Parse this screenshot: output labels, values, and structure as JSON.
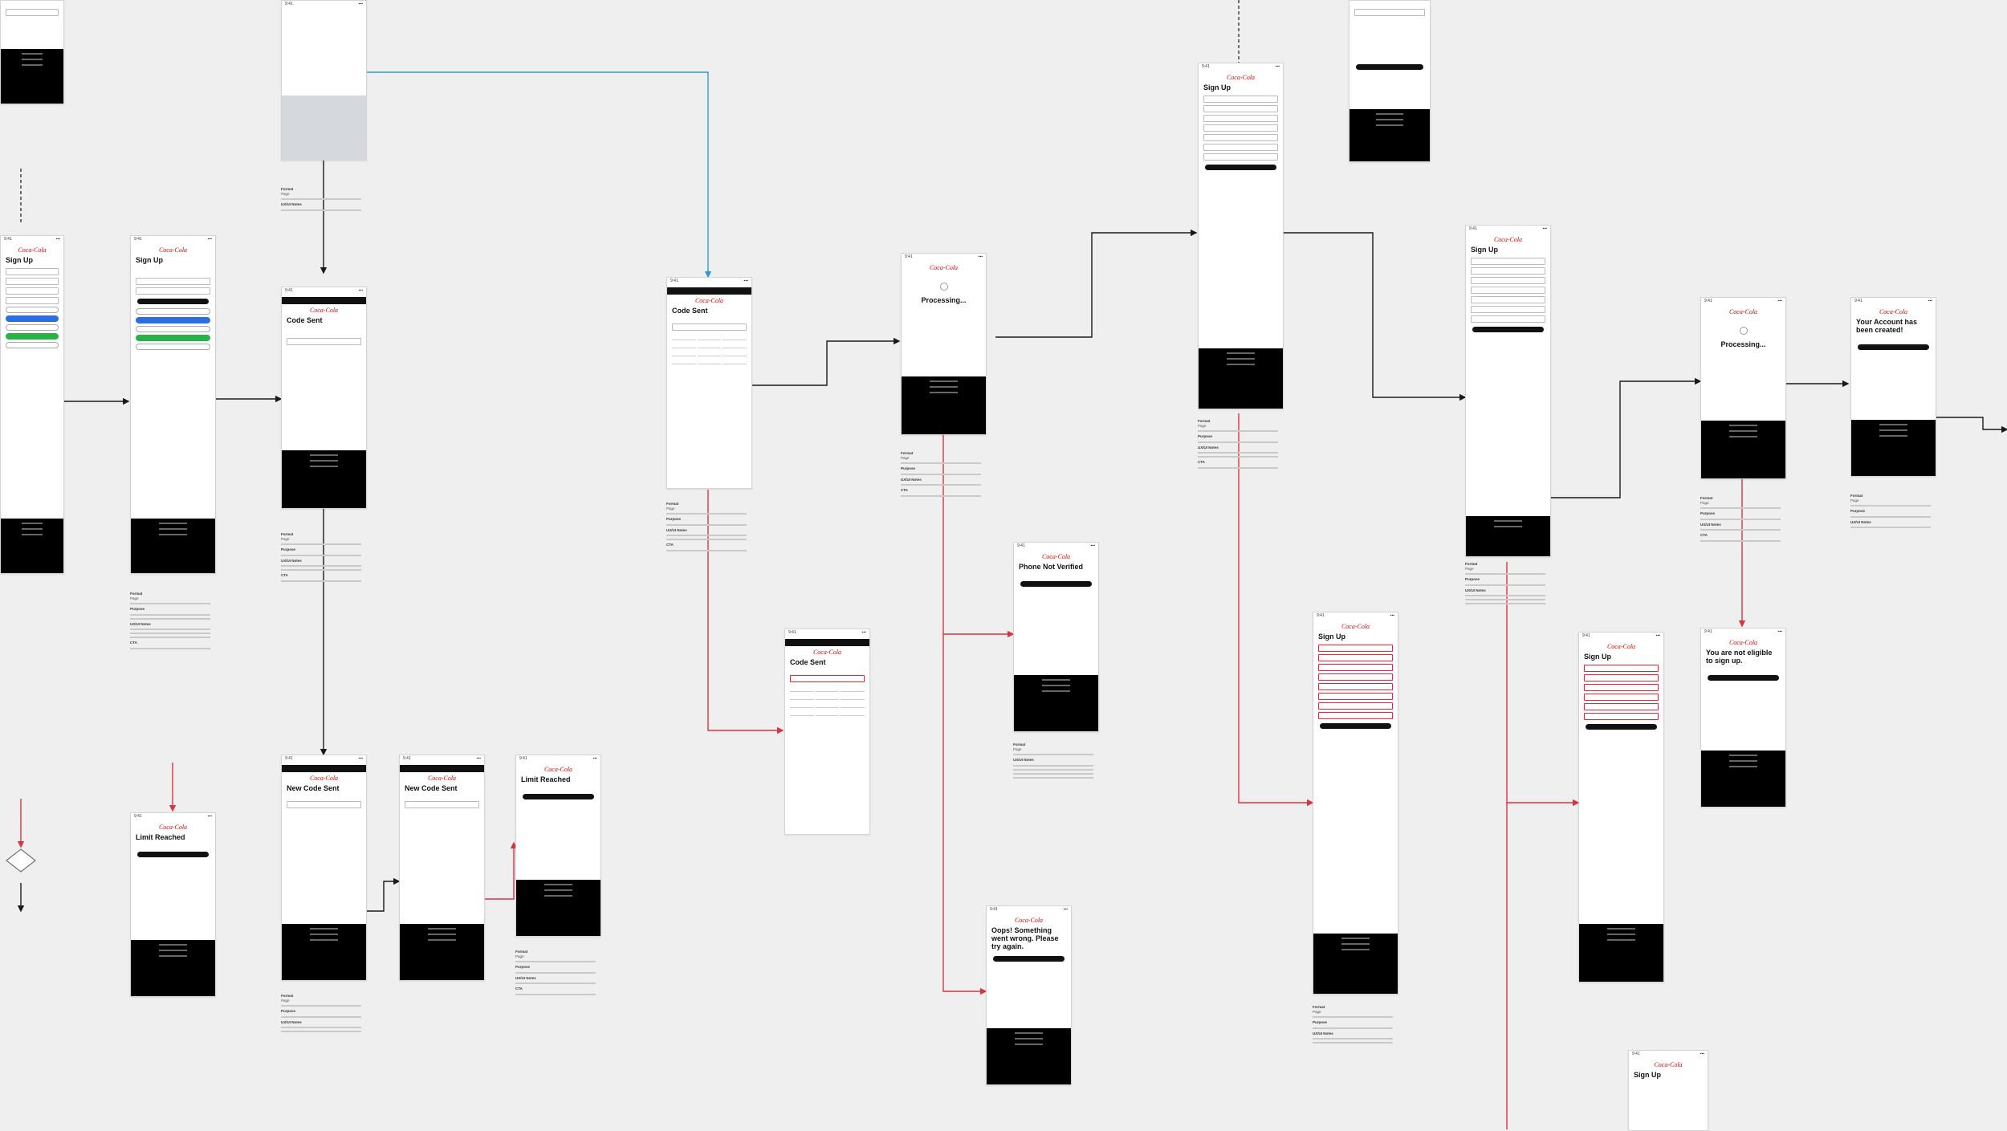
{
  "colors": {
    "flow": "#1a1a1a",
    "alt_flow": "#d9343f",
    "link": "#2d9bd4",
    "background": "#efefef"
  },
  "screens": {
    "sign_up": "Sign Up",
    "code_sent": "Code Sent",
    "new_code_sent": "New Code Sent",
    "limit_reached": "Limit Reached",
    "processing": "Processing...",
    "phone_not_verified": "Phone Not Verified",
    "something_wrong": "Oops! Something went wrong. Please try again.",
    "account_created": "Your Account has been created!",
    "not_eligible": "You are not eligible to sign up."
  },
  "notes": {
    "format": "Format",
    "page": "Page",
    "purpose": "Purpose",
    "ux_notes": "UX/UI Notes",
    "cta": "CTA"
  }
}
